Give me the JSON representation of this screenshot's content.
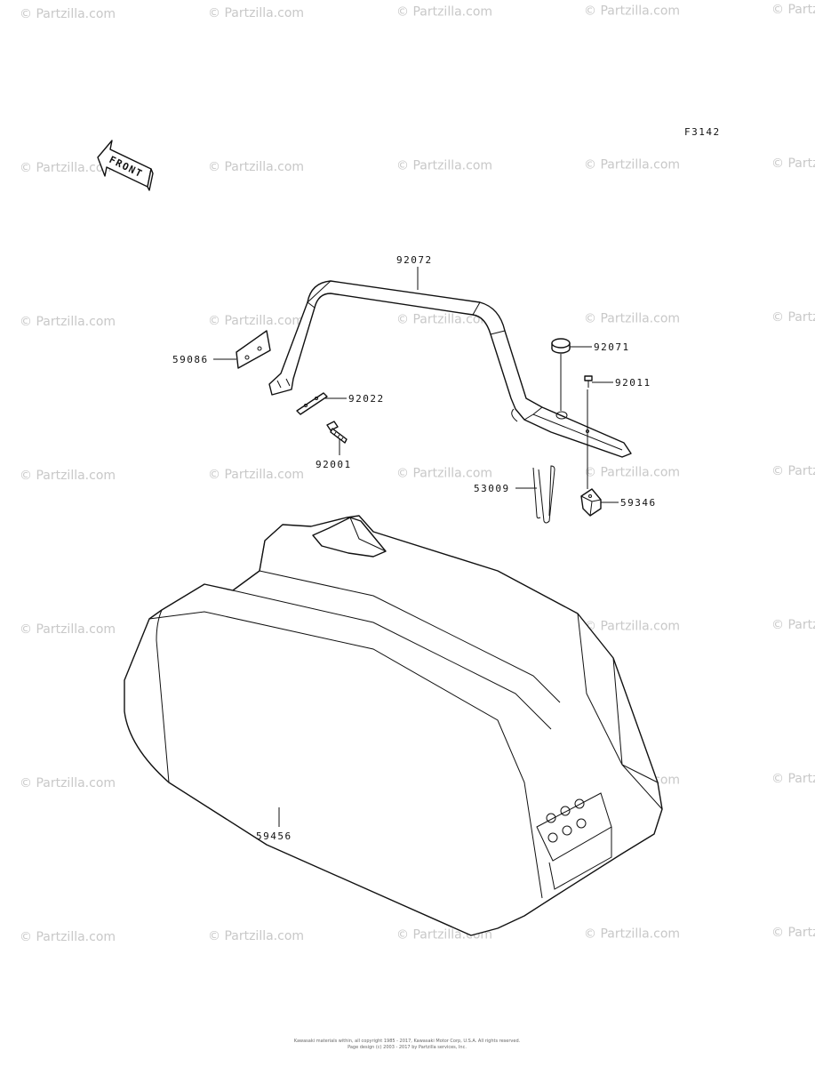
{
  "figure_code": "F3142",
  "front_label": "FRONT",
  "watermark_text": "© Partzilla.com",
  "footer": {
    "line1": "Kawasaki materials within, all copyright 1985 - 2017, Kawasaki Motor Corp, U.S.A. All rights reserved.",
    "line2": "Page design (c) 2003 - 2017 by Partzilla services, Inc."
  },
  "parts": [
    {
      "id": "92072"
    },
    {
      "id": "59086"
    },
    {
      "id": "92022"
    },
    {
      "id": "92001"
    },
    {
      "id": "92071"
    },
    {
      "id": "92011"
    },
    {
      "id": "53009"
    },
    {
      "id": "59346"
    },
    {
      "id": "59456"
    }
  ],
  "colors": {
    "line": "#111111",
    "watermark": "#c8c8c8",
    "background": "#ffffff"
  }
}
